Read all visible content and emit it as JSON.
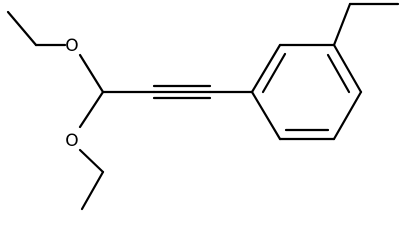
{
  "diagram": {
    "type": "skeletal-formula",
    "atom_labels": {
      "o_upper": "O",
      "o_lower": "O"
    },
    "colors": {
      "ink": "#000000",
      "background": "#ffffff"
    }
  }
}
